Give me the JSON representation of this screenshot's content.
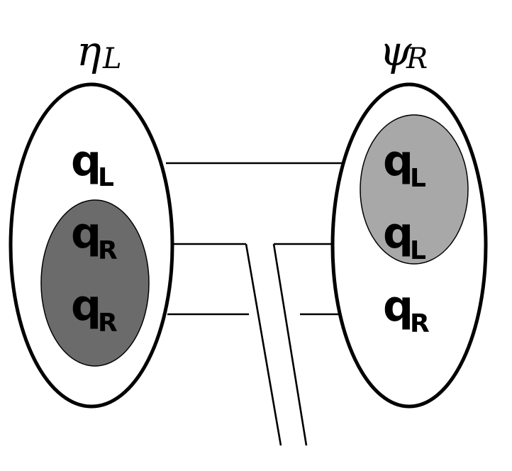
{
  "diagram": {
    "left_particle": {
      "symbol": "η",
      "subscript": "L"
    },
    "right_particle": {
      "symbol": "ψ",
      "subscript": "R"
    },
    "left_quarks": [
      {
        "base": "q",
        "sub": "L"
      },
      {
        "base": "q",
        "sub": "R"
      },
      {
        "base": "q",
        "sub": "R"
      }
    ],
    "right_quarks": [
      {
        "base": "q",
        "sub": "L"
      },
      {
        "base": "q",
        "sub": "L"
      },
      {
        "base": "q",
        "sub": "R"
      }
    ],
    "colors": {
      "outline": "#000000",
      "left_inner_fill": "#6b6b6b",
      "right_inner_fill": "#a8a8a8",
      "background": "#ffffff"
    }
  }
}
